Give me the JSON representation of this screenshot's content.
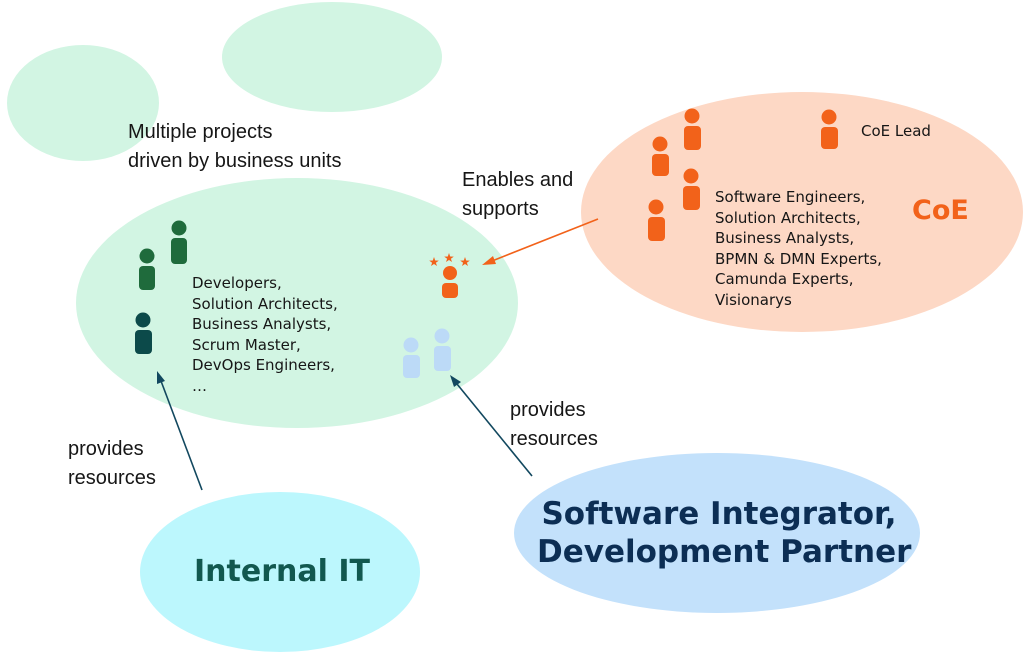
{
  "colors": {
    "green_light": "#d2f5e3",
    "orange_light": "#fdd8c5",
    "cyan_light": "#bcf7fd",
    "blue_light": "#c3e1fb",
    "green_dark": "#1f6b3c",
    "teal_dark": "#0c4a4a",
    "orange": "#f2621a",
    "blue_person": "#bcdaf7",
    "arrow_blue": "#12485f",
    "text": "#161616",
    "title_teal": "#12584f",
    "title_navy": "#0c2e54"
  },
  "labels": {
    "projects": [
      "Multiple projects",
      "driven by business units"
    ],
    "enables": [
      "Enables and",
      "supports"
    ],
    "provides_left": [
      "provides",
      "resources"
    ],
    "provides_right": [
      "provides",
      "resources"
    ]
  },
  "project_roles": [
    "Developers,",
    "Solution Architects,",
    "Business Analysts,",
    "Scrum Master,",
    "DevOps Engineers,",
    "…"
  ],
  "coe": {
    "title": "CoE",
    "lead": "CoE Lead",
    "roles": [
      "Software Engineers,",
      "Solution Architects,",
      "Business Analysts,",
      "BPMN & DMN Experts,",
      "Camunda Experts,",
      "Visionarys"
    ]
  },
  "internal_it": {
    "title": "Internal IT"
  },
  "partner": {
    "title": [
      "Software Integrator,",
      "Development Partner"
    ]
  },
  "icons": {
    "project_people": "person-icon",
    "coe_people": "person-icon",
    "champion": "star-person-icon",
    "partner_people": "person-icon"
  }
}
